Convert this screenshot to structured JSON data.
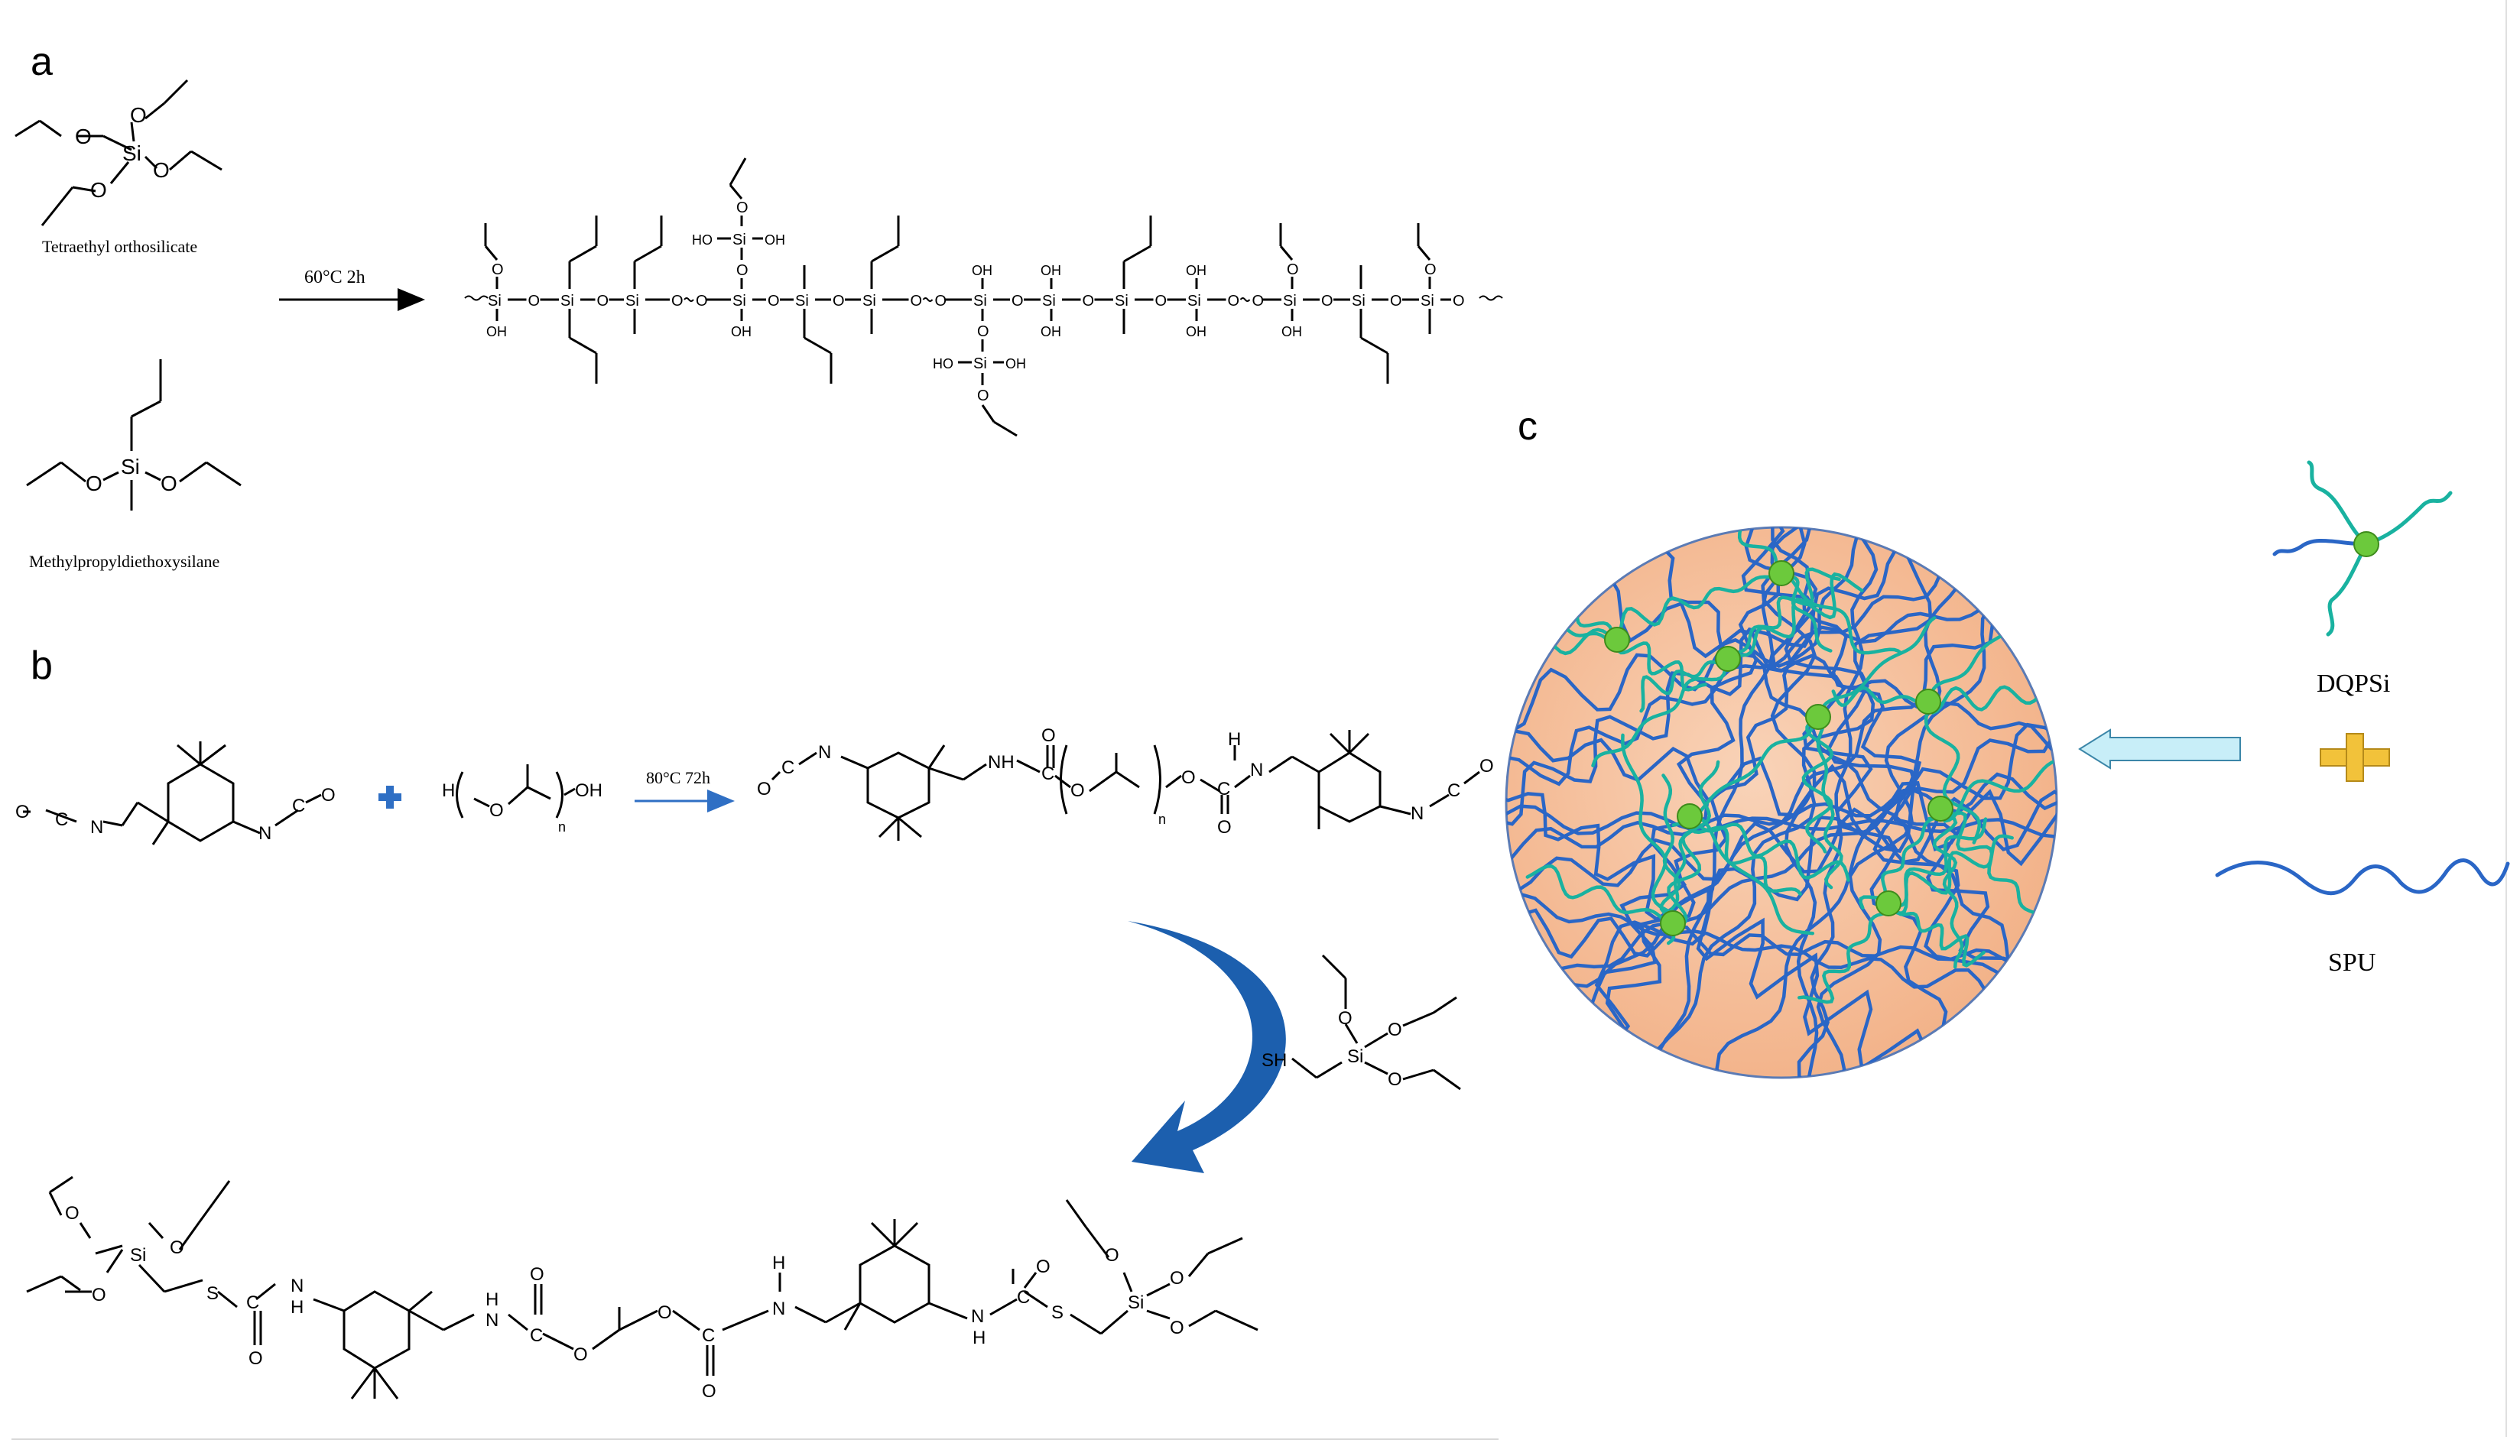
{
  "panels": {
    "a": {
      "label": "a",
      "reactant1": "Tetraethyl orthosilicate",
      "reactant2": "Methylpropyldiethoxysilane",
      "condition": "60°C  2h"
    },
    "b": {
      "label": "b",
      "condition": "80°C  72h"
    },
    "c": {
      "label": "c",
      "legend_crosslinker": "DQPSi",
      "legend_polymer": "SPU"
    }
  },
  "atoms": {
    "si": "Si",
    "o": "O",
    "n": "N",
    "c": "C",
    "h": "H",
    "oh": "OH",
    "ho": "HO",
    "nh": "NH",
    "sh": "SH",
    "s": "S",
    "sub_n": "n"
  },
  "colors": {
    "sphere_fill": "#f4bc97",
    "sphere_edge": "#5b7bb5",
    "spu_chain": "#2a66c6",
    "dqpsi_chain": "#19b2a0",
    "node": "#6cc93c",
    "plus_b": "#2f6fc4",
    "plus_c": "#f2c23a",
    "arrow_b": "#1c5fae",
    "arrow_c": "#c8eef8"
  }
}
